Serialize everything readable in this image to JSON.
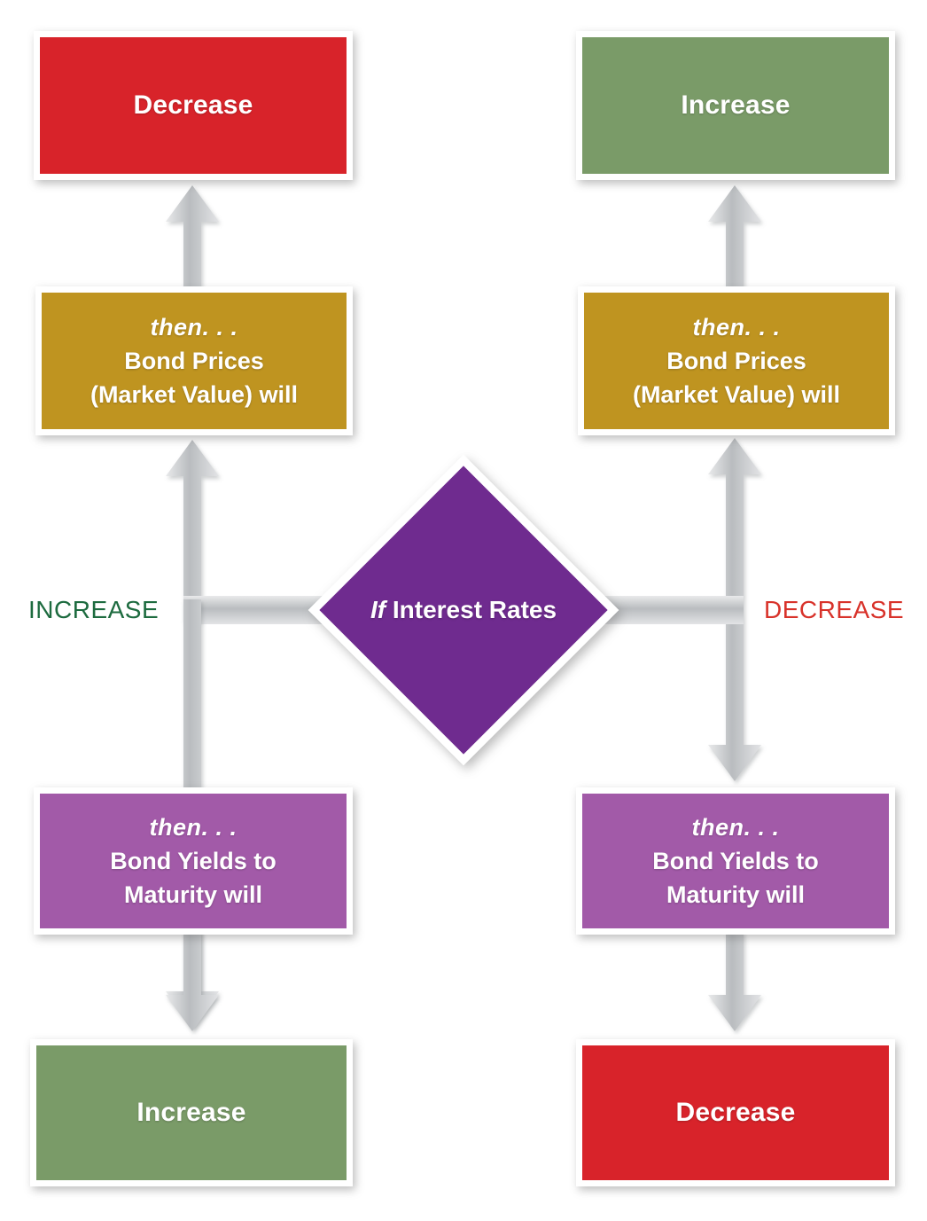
{
  "diagram": {
    "title_node": {
      "if_word": "If",
      "rest": " Interest Rates"
    },
    "branches": {
      "left": {
        "caption": "INCREASE",
        "caption_color": "#1d6b3f",
        "prices_box": {
          "then": "then. . .",
          "line2": "Bond Prices",
          "line3": "(Market Value) will",
          "color": "#bf9420"
        },
        "prices_result": {
          "label": "Decrease",
          "color": "#d8232a"
        },
        "yields_box": {
          "then": "then. . .",
          "line2": "Bond Yields to",
          "line3": "Maturity will",
          "color": "#a25aa8"
        },
        "yields_result": {
          "label": "Increase",
          "color": "#7a9b68"
        }
      },
      "right": {
        "caption": "DECREASE",
        "caption_color": "#d8322a",
        "prices_box": {
          "then": "then. . .",
          "line2": "Bond Prices",
          "line3": "(Market Value) will",
          "color": "#bf9420"
        },
        "prices_result": {
          "label": "Increase",
          "color": "#7a9b68"
        },
        "yields_box": {
          "then": "then. . .",
          "line2": "Bond Yields to",
          "line3": "Maturity will",
          "color": "#a25aa8"
        },
        "yields_result": {
          "label": "Decrease",
          "color": "#d8232a"
        }
      }
    },
    "colors": {
      "diamond": "#6f2b8f",
      "arrow_light": "#e9eaeb",
      "arrow_dark": "#9fa2a5",
      "frame": "#ffffff",
      "background": "#ffffff"
    }
  }
}
